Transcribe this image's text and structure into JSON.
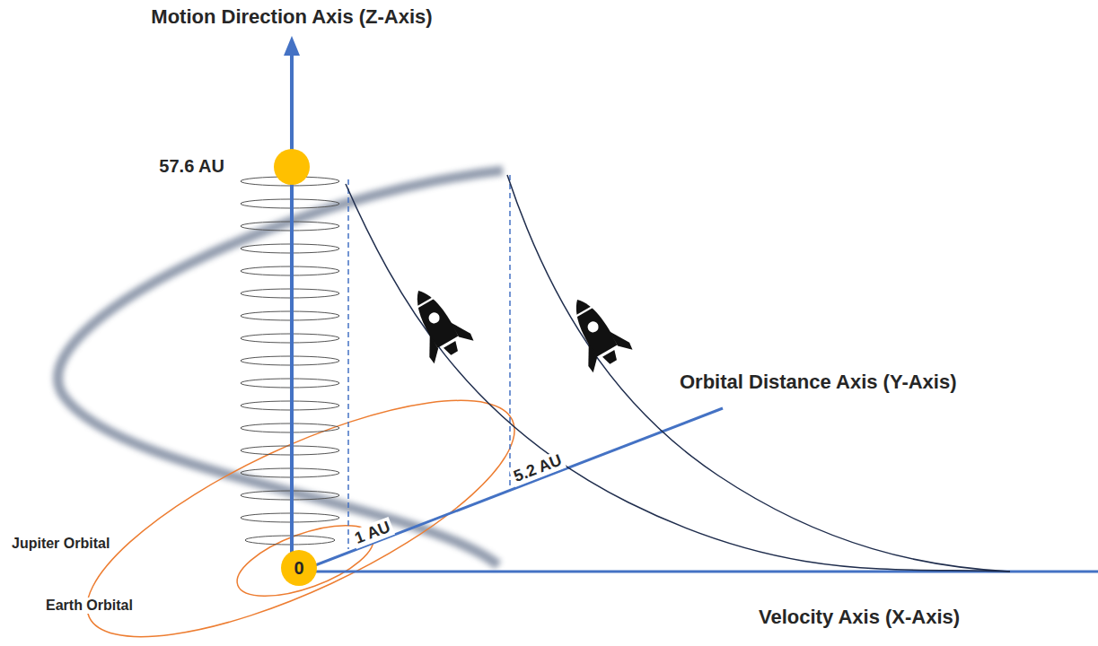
{
  "diagram": {
    "nodes": [
      {
        "text": [
          "0"
        ]
      }
    ],
    "labels": [
      "Motion Direction Axis (Z-Axis)",
      "57.6 AU",
      "Orbital Distance Axis (Y-Axis)",
      "5.2 AU",
      "1 AU",
      "Jupiter Orbital",
      "Earth Orbital",
      "Velocity Axis (X-Axis)"
    ]
  }
}
